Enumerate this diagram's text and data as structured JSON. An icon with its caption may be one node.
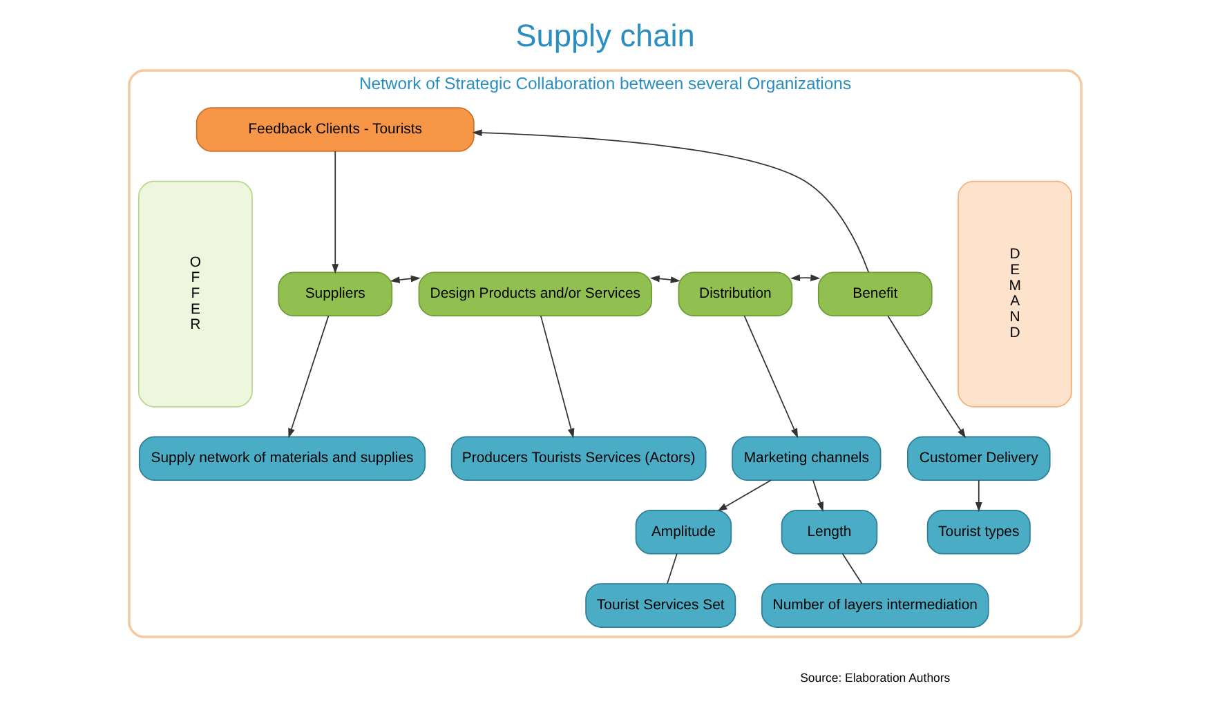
{
  "diagram": {
    "title": "Supply chain",
    "nodes": [
      {
        "text": [
          "Network of Strategic Collaboration between several Organizations"
        ]
      },
      {
        "text": [
          "OFFER"
        ],
        "in": 0
      },
      {
        "text": [
          "Feedback Clients - Tourists"
        ],
        "in": 0
      },
      {
        "text": [
          "Suppliers"
        ],
        "in": 0
      },
      {
        "text": [
          "Design Products and/or Services"
        ],
        "in": 0
      },
      {
        "text": [
          "Distribution"
        ],
        "in": 0
      },
      {
        "text": [
          "Benefit"
        ],
        "in": 0
      },
      {
        "text": [
          "DEMAND"
        ],
        "in": 0
      },
      {
        "text": [
          "Supply network of materials and supplies"
        ],
        "in": 0
      },
      {
        "text": [
          "Producers Tourists Services (Actors)"
        ],
        "in": 0
      },
      {
        "text": [
          "Marketing channels"
        ],
        "in": 0
      },
      {
        "text": [
          "Customer Delivery"
        ],
        "in": 0
      },
      {
        "text": [
          "Tourist types"
        ],
        "in": 0
      },
      {
        "text": [
          "Length"
        ],
        "in": 0
      },
      {
        "text": [
          "Amplitude"
        ],
        "in": 0
      },
      {
        "text": [
          "Number of layers intermediation"
        ],
        "in": 0
      },
      {
        "text": [
          "Tourist Services Set"
        ],
        "in": 0
      }
    ],
    "edges": [
      {
        "from": 2,
        "to": 3,
        "arrow": "to"
      },
      {
        "from": 6,
        "to": 2,
        "arrow": "to"
      },
      {
        "from": 3,
        "to": 4,
        "arrow": "both"
      },
      {
        "from": 4,
        "to": 5,
        "arrow": "both"
      },
      {
        "from": 5,
        "to": 6,
        "arrow": "both"
      },
      {
        "from": 3,
        "to": 8,
        "arrow": "to"
      },
      {
        "from": 4,
        "to": 9,
        "arrow": "to"
      },
      {
        "from": 5,
        "to": 10,
        "arrow": "to"
      },
      {
        "from": 6,
        "to": 11,
        "arrow": "to"
      },
      {
        "from": 11,
        "to": 12,
        "arrow": "to"
      },
      {
        "from": 10,
        "to": 13,
        "arrow": "to"
      },
      {
        "from": 10,
        "to": 14,
        "arrow": "to"
      },
      {
        "from": 13,
        "to": 15,
        "arrow": "none"
      },
      {
        "from": 14,
        "to": 16,
        "arrow": "none"
      }
    ],
    "labels": [
      "Source: Elaboration Authors"
    ]
  }
}
